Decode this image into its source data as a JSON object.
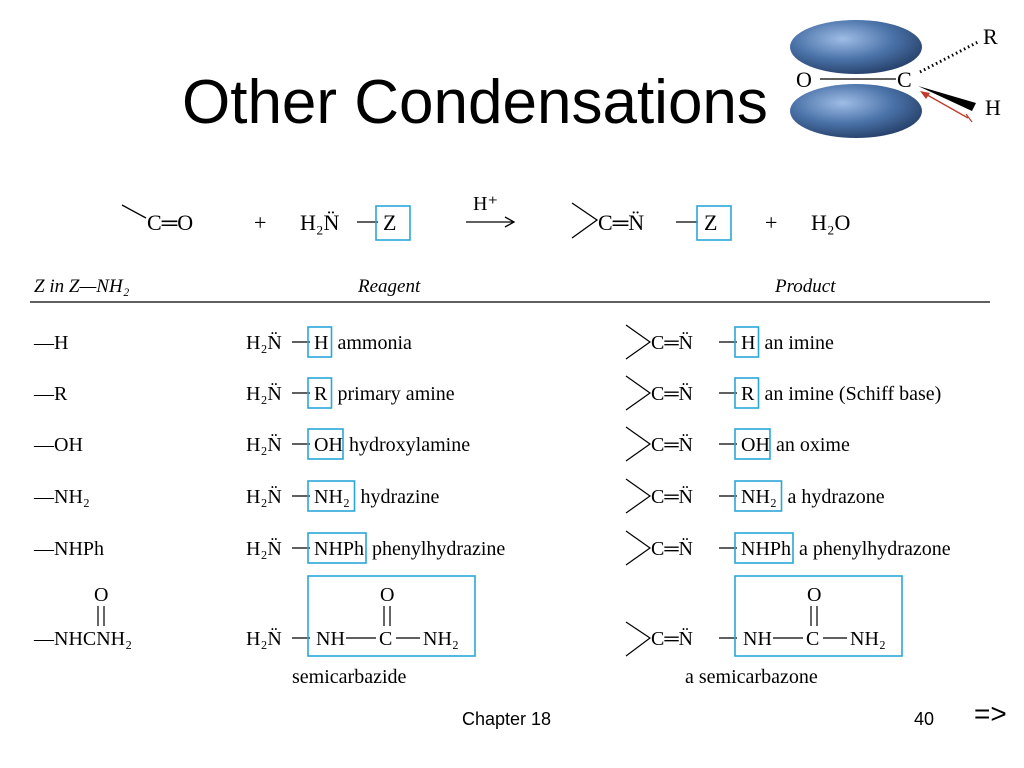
{
  "slide": {
    "title": "Other Condensations",
    "footer_chapter": "Chapter 18",
    "footer_page": "40",
    "next_label": "=>"
  },
  "carbonyl_figure": {
    "o_label": "O",
    "c_label": "C",
    "r_label": "R",
    "h_label": "H",
    "orbital_color": "#4a72a8"
  },
  "reaction": {
    "reactant_carbonyl": "C═O",
    "plus": "+",
    "amine_prefix": "H₂N̈",
    "z_label": "Z",
    "catalyst": "H⁺",
    "product_prefix": "C═N̈",
    "water": "H₂O"
  },
  "table": {
    "headers": {
      "z_col": "Z in Z—NH₂",
      "reagent_col": "Reagent",
      "product_col": "Product"
    },
    "reagent_prefix": "H₂N̈",
    "product_prefix": "C═N̈",
    "box_color": "#2aa6d8",
    "rows": [
      {
        "z": "—H",
        "group": "H",
        "reagent_name": "ammonia",
        "product_name": "an imine"
      },
      {
        "z": "—R",
        "group": "R",
        "reagent_name": "primary amine",
        "product_name": "an imine (Schiff base)"
      },
      {
        "z": "—OH",
        "group": "OH",
        "reagent_name": "hydroxylamine",
        "product_name": "an oxime"
      },
      {
        "z": "—NH₂",
        "group": "NH₂",
        "reagent_name": "hydrazine",
        "product_name": "a hydrazone"
      },
      {
        "z": "—NHPh",
        "group": "NHPh",
        "reagent_name": "phenylhydrazine",
        "product_name": "a phenylhydrazone"
      }
    ],
    "semicarbazide": {
      "z": "—NHCNH₂",
      "z_oxygen": "O",
      "group_nh": "NH",
      "group_c": "C",
      "group_nh2": "NH₂",
      "group_oxygen": "O",
      "reagent_name": "semicarbazide",
      "product_name": "a semicarbazone"
    }
  }
}
